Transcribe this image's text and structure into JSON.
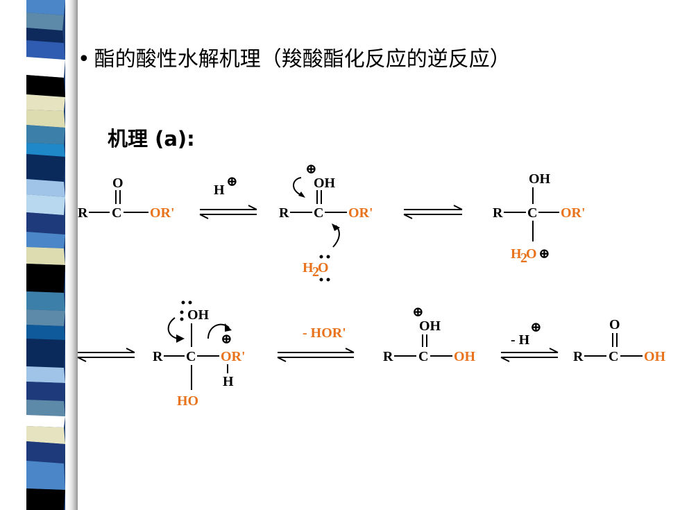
{
  "slide": {
    "bullet": "•",
    "title": "酯的酸性水解机理（羧酸酯化反应的逆反应）",
    "mechanism_label": "机理 (a):"
  },
  "colors": {
    "accent_orange": "#E8731C",
    "stripe_colors": [
      "#0a2a5c",
      "#4a86c8",
      "#e6e4c0",
      "#000000",
      "#3c7fa8",
      "#1e3a7a",
      "#9fc4e8",
      "#0e5a9a",
      "#ffffff"
    ]
  },
  "scheme": {
    "row1": {
      "ester": {
        "R": "R",
        "C": "C",
        "O": "O",
        "OR": "OR'"
      },
      "reagent": {
        "H": "H"
      },
      "protonated": {
        "R": "R",
        "C": "C",
        "OH": "OH",
        "OR": "OR'",
        "water": "H",
        "water_sub": "2",
        "water_O": "O"
      },
      "tetrahedral": {
        "R": "R",
        "C": "C",
        "OH": "OH",
        "OR": "OR'",
        "water": "H",
        "water_sub": "2",
        "water_O": "O"
      }
    },
    "row2": {
      "intermediate": {
        "R": "R",
        "C": "C",
        "OH": "OH",
        "OR": "OR'",
        "H": "H",
        "HO": "HO"
      },
      "leaving_group": "- HOR'",
      "protonated_acid": {
        "R": "R",
        "C": "C",
        "OH_top": "OH",
        "OH": "OH"
      },
      "deprotonation": {
        "minus": "- H"
      },
      "acid": {
        "R": "R",
        "C": "C",
        "O": "O",
        "OH": "OH"
      }
    },
    "positive_charge_symbol": "⊕"
  }
}
